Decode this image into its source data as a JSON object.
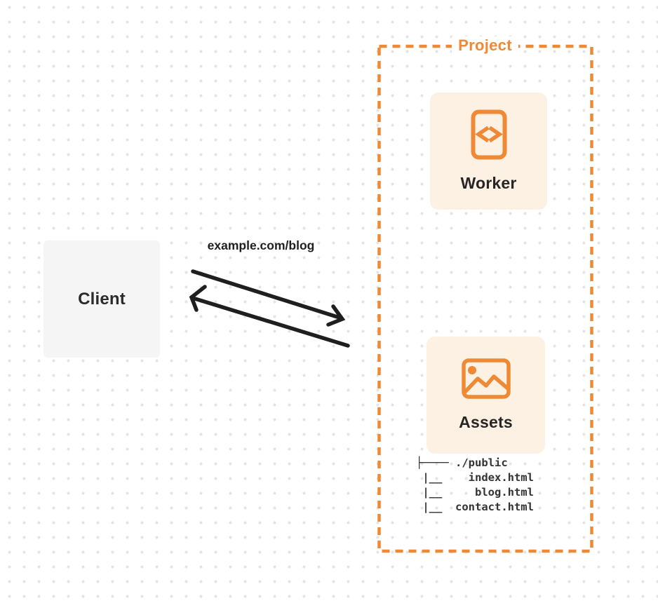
{
  "colors": {
    "accent_orange": "#EE8A35",
    "card_background": "#FCF1E3",
    "client_background": "#F5F5F6",
    "text_dark": "#262626",
    "arrow_black": "#1F1F1F",
    "dot_grid": "#E4E4E8"
  },
  "diagram": {
    "client": {
      "label": "Client"
    },
    "request_label": "example.com/blog",
    "project": {
      "label": "Project",
      "worker": {
        "label": "Worker",
        "icon": "code-file-icon"
      },
      "assets": {
        "label": "Assets",
        "icon": "image-icon"
      },
      "file_tree": {
        "lines": [
          "├──── ./public",
          " |__    index.html",
          " |__     blog.html",
          " |__  contact.html"
        ]
      }
    }
  }
}
